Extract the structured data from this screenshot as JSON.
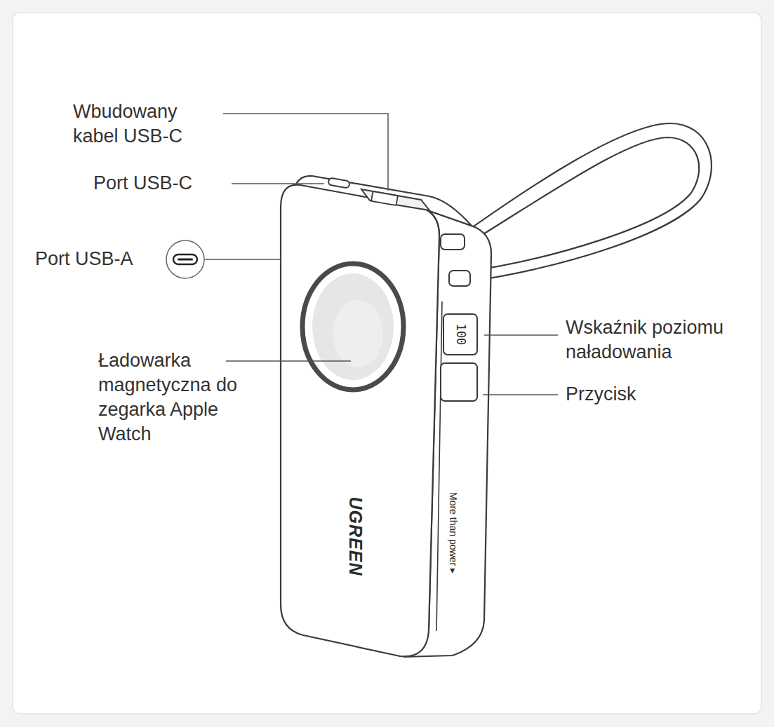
{
  "diagram": {
    "labels": [
      "Wbudowany kabel USB-C",
      "Port USB-C",
      "Port USB-A",
      "Wskaźnik poziomu naładowania",
      "Ładowarka magnetyczna do zegarka Apple Watch",
      "Przycisk",
      "100",
      "More than power ▸",
      "UGREEN"
    ]
  }
}
